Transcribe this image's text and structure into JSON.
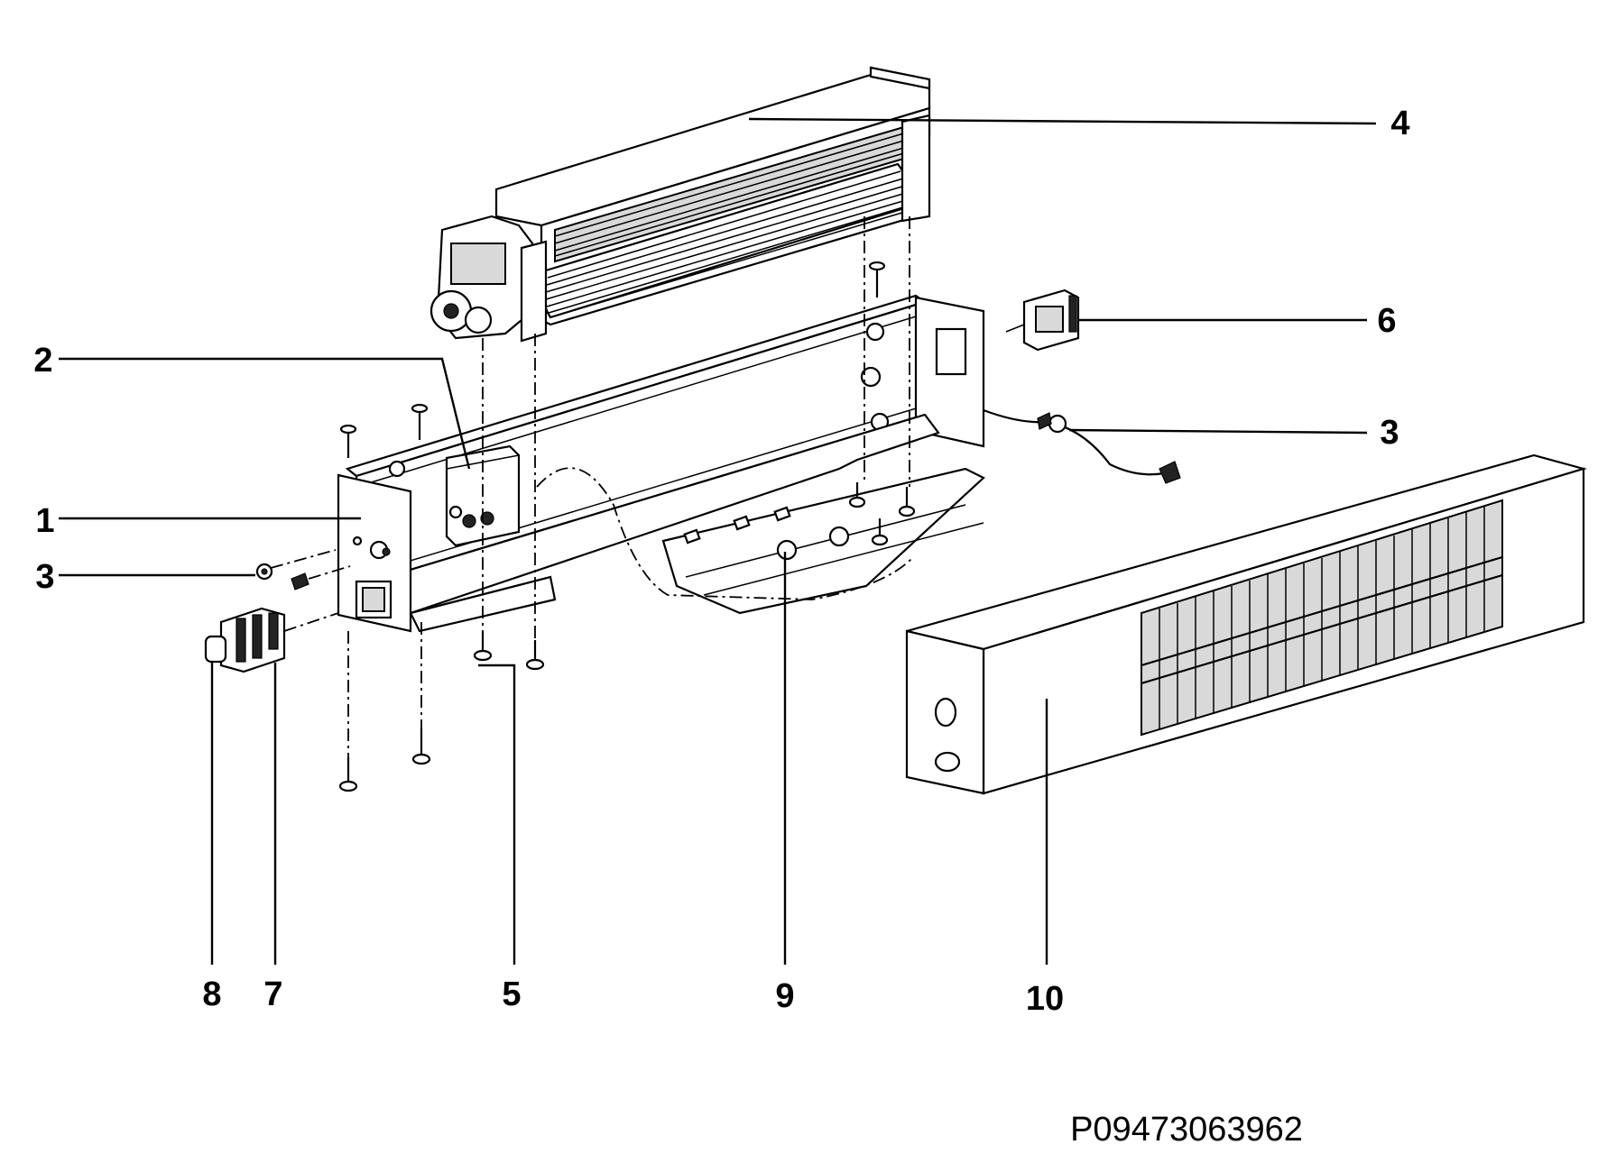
{
  "diagram": {
    "callouts": [
      {
        "id": "c4",
        "number": "4"
      },
      {
        "id": "c6",
        "number": "6"
      },
      {
        "id": "c3r",
        "number": "3"
      },
      {
        "id": "c2",
        "number": "2"
      },
      {
        "id": "c1",
        "number": "1"
      },
      {
        "id": "c3l",
        "number": "3"
      },
      {
        "id": "c8",
        "number": "8"
      },
      {
        "id": "c7",
        "number": "7"
      },
      {
        "id": "c5",
        "number": "5"
      },
      {
        "id": "c9",
        "number": "9"
      },
      {
        "id": "c10",
        "number": "10"
      }
    ],
    "part_code": "P09473063962"
  }
}
